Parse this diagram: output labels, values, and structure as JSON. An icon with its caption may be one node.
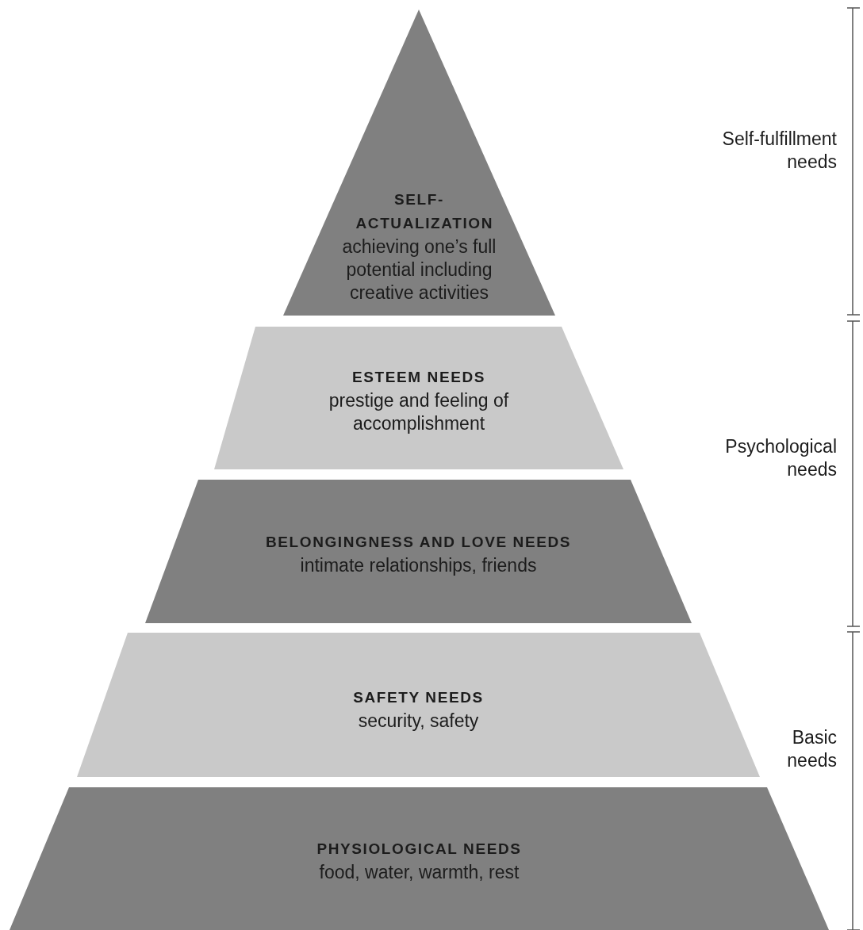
{
  "diagram": {
    "nodes": [
      {
        "text": [
          "SELF-ACTUALIZATION",
          "achieving one’s full potential including creative activities"
        ]
      },
      {
        "text": [
          "ESTEEM NEEDS",
          "prestige and feeling of accomplishment"
        ]
      },
      {
        "text": [
          "BELONGINGNESS AND LOVE NEEDS",
          "intimate relationships, friends"
        ]
      },
      {
        "text": [
          "SAFETY NEEDS",
          "security, safety"
        ]
      },
      {
        "text": [
          "PHYSIOLOGICAL NEEDS",
          "food, water, warmth, rest"
        ]
      }
    ],
    "labels": [
      "Self-fulfillment needs",
      "Psychological needs",
      "Basic needs"
    ]
  }
}
